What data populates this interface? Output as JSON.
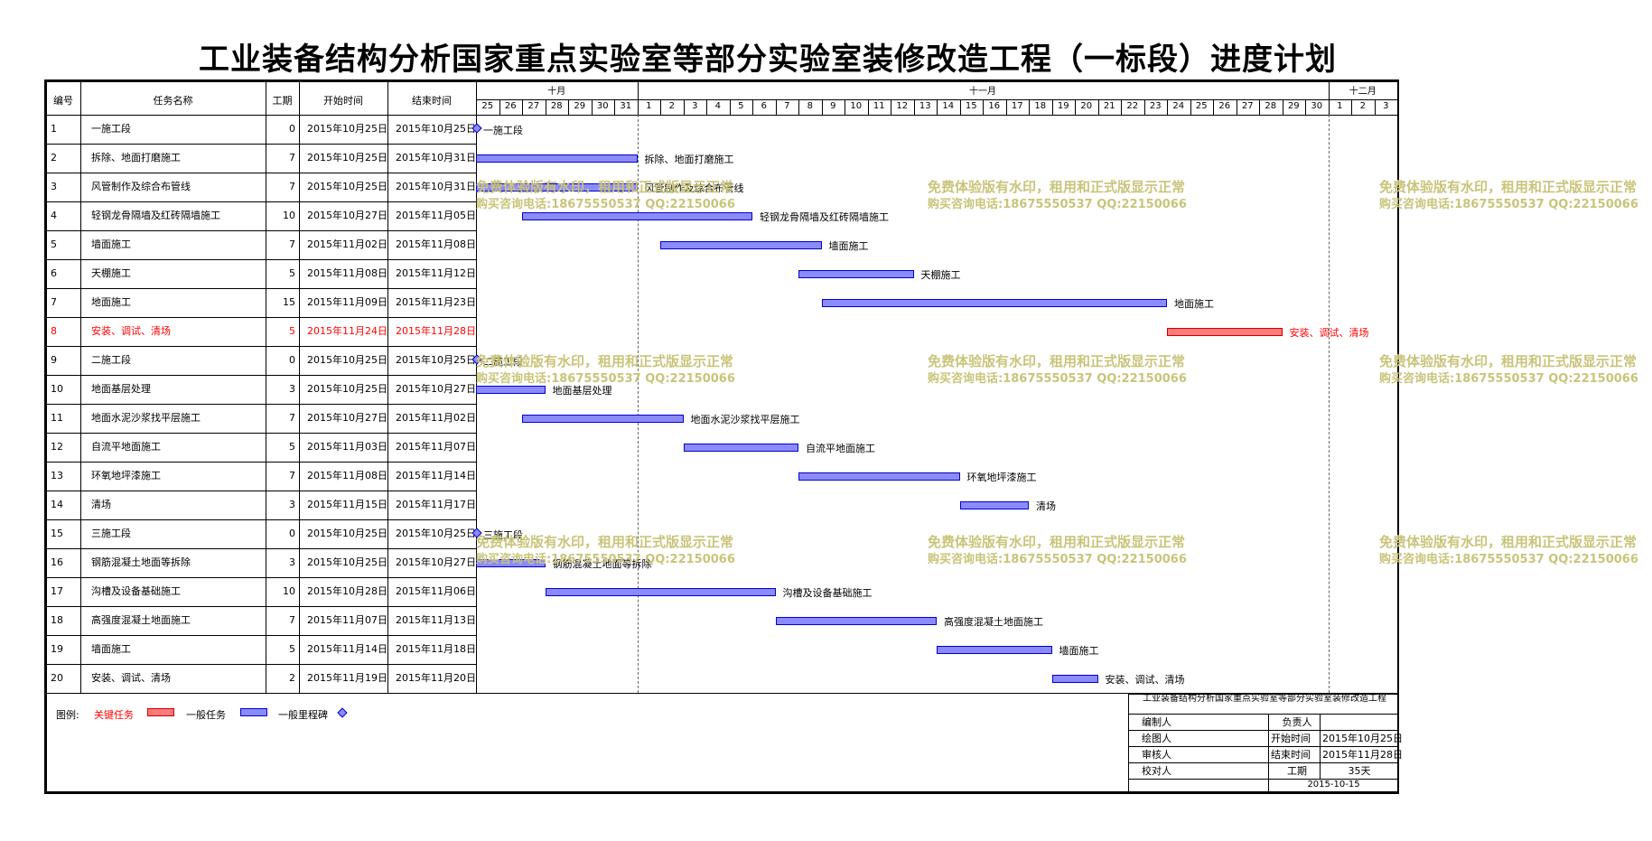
{
  "title": "工业装备结构分析国家重点实验室等部分实验室装修改造工程（一标段）进度计划",
  "headers": {
    "id": "编号",
    "name": "任务名称",
    "duration": "工期",
    "start": "开始时间",
    "end": "结束时间"
  },
  "months": [
    "十月",
    "十一月",
    "十二月"
  ],
  "days": [
    "25",
    "26",
    "27",
    "28",
    "29",
    "30",
    "31",
    "1",
    "2",
    "3",
    "4",
    "5",
    "6",
    "7",
    "8",
    "9",
    "10",
    "11",
    "12",
    "13",
    "14",
    "15",
    "16",
    "17",
    "18",
    "19",
    "20",
    "21",
    "22",
    "23",
    "24",
    "25",
    "26",
    "27",
    "28",
    "29",
    "30",
    "1",
    "2",
    "3"
  ],
  "tasks": [
    {
      "id": "1",
      "name": "一施工段",
      "duration": "0",
      "start": "2015年10月25日",
      "end": "2015年10月25日",
      "type": "milestone",
      "offset": 0,
      "length": 0,
      "critical": false
    },
    {
      "id": "2",
      "name": "拆除、地面打磨施工",
      "duration": "7",
      "start": "2015年10月25日",
      "end": "2015年10月31日",
      "type": "task",
      "offset": 0,
      "length": 7,
      "critical": false
    },
    {
      "id": "3",
      "name": "风管制作及综合布管线",
      "duration": "7",
      "start": "2015年10月25日",
      "end": "2015年10月31日",
      "type": "task",
      "offset": 0,
      "length": 7,
      "critical": false
    },
    {
      "id": "4",
      "name": "轻钢龙骨隔墙及红砖隔墙施工",
      "duration": "10",
      "start": "2015年10月27日",
      "end": "2015年11月05日",
      "type": "task",
      "offset": 2,
      "length": 10,
      "critical": false
    },
    {
      "id": "5",
      "name": "墙面施工",
      "duration": "7",
      "start": "2015年11月02日",
      "end": "2015年11月08日",
      "type": "task",
      "offset": 8,
      "length": 7,
      "critical": false
    },
    {
      "id": "6",
      "name": "天棚施工",
      "duration": "5",
      "start": "2015年11月08日",
      "end": "2015年11月12日",
      "type": "task",
      "offset": 14,
      "length": 5,
      "critical": false
    },
    {
      "id": "7",
      "name": "地面施工",
      "duration": "15",
      "start": "2015年11月09日",
      "end": "2015年11月23日",
      "type": "task",
      "offset": 15,
      "length": 15,
      "critical": false
    },
    {
      "id": "8",
      "name": "安装、调试、清场",
      "duration": "5",
      "start": "2015年11月24日",
      "end": "2015年11月28日",
      "type": "task",
      "offset": 30,
      "length": 5,
      "critical": true
    },
    {
      "id": "9",
      "name": "二施工段",
      "duration": "0",
      "start": "2015年10月25日",
      "end": "2015年10月25日",
      "type": "milestone",
      "offset": 0,
      "length": 0,
      "critical": false
    },
    {
      "id": "10",
      "name": "地面基层处理",
      "duration": "3",
      "start": "2015年10月25日",
      "end": "2015年10月27日",
      "type": "task",
      "offset": 0,
      "length": 3,
      "critical": false
    },
    {
      "id": "11",
      "name": "地面水泥沙浆找平层施工",
      "duration": "7",
      "start": "2015年10月27日",
      "end": "2015年11月02日",
      "type": "task",
      "offset": 2,
      "length": 7,
      "critical": false
    },
    {
      "id": "12",
      "name": "自流平地面施工",
      "duration": "5",
      "start": "2015年11月03日",
      "end": "2015年11月07日",
      "type": "task",
      "offset": 9,
      "length": 5,
      "critical": false
    },
    {
      "id": "13",
      "name": "环氧地坪漆施工",
      "duration": "7",
      "start": "2015年11月08日",
      "end": "2015年11月14日",
      "type": "task",
      "offset": 14,
      "length": 7,
      "critical": false
    },
    {
      "id": "14",
      "name": "清场",
      "duration": "3",
      "start": "2015年11月15日",
      "end": "2015年11月17日",
      "type": "task",
      "offset": 21,
      "length": 3,
      "critical": false
    },
    {
      "id": "15",
      "name": "三施工段",
      "duration": "0",
      "start": "2015年10月25日",
      "end": "2015年10月25日",
      "type": "milestone",
      "offset": 0,
      "length": 0,
      "critical": false
    },
    {
      "id": "16",
      "name": "钢筋混凝土地面等拆除",
      "duration": "3",
      "start": "2015年10月25日",
      "end": "2015年10月27日",
      "type": "task",
      "offset": 0,
      "length": 3,
      "critical": false
    },
    {
      "id": "17",
      "name": "沟槽及设备基础施工",
      "duration": "10",
      "start": "2015年10月28日",
      "end": "2015年11月06日",
      "type": "task",
      "offset": 3,
      "length": 10,
      "critical": false
    },
    {
      "id": "18",
      "name": "高强度混凝土地面施工",
      "duration": "7",
      "start": "2015年11月07日",
      "end": "2015年11月13日",
      "type": "task",
      "offset": 13,
      "length": 7,
      "critical": false
    },
    {
      "id": "19",
      "name": "墙面施工",
      "duration": "5",
      "start": "2015年11月14日",
      "end": "2015年11月18日",
      "type": "task",
      "offset": 20,
      "length": 5,
      "critical": false
    },
    {
      "id": "20",
      "name": "安装、调试、清场",
      "duration": "2",
      "start": "2015年11月19日",
      "end": "2015年11月20日",
      "type": "task",
      "offset": 25,
      "length": 2,
      "critical": false
    }
  ],
  "watermark": {
    "line1": "免费体验版有水印，租用和正式版显示正常",
    "line2": "购买咨询电话:18675550537 QQ:22150066"
  },
  "legend": {
    "label": "图例:",
    "critical": "关键任务",
    "normal": "一般任务",
    "milestone": "一般里程碑"
  },
  "titleblock": {
    "project": "工业装备结构分析国家重点实验室等部分实验室装修改造工程",
    "editor": "编制人",
    "drawer": "绘图人",
    "reviewer": "审核人",
    "checker": "校对人",
    "owner": "负责人",
    "start_label": "开始时间",
    "start_value": "2015年10月25日",
    "end_label": "结束时间",
    "end_value": "2015年11月28日",
    "duration_label": "工期",
    "duration_value": "35天",
    "date": "2015-10-15"
  },
  "colors": {
    "critical_fill": "#ff7a7a",
    "normal_fill": "#8b8bff",
    "milestone_fill": "#8b8bff",
    "watermark": "#c9c47a",
    "critical_text": "#ff0000"
  }
}
